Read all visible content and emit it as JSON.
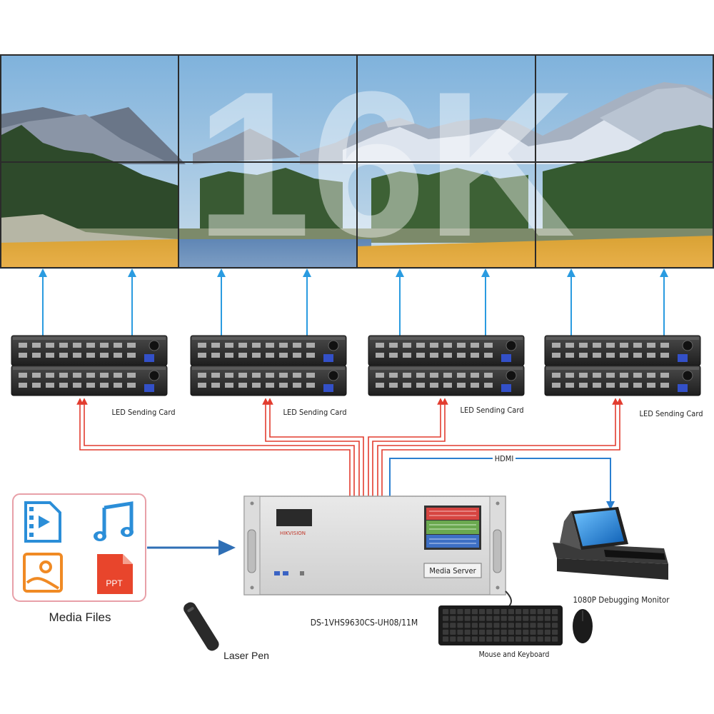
{
  "video_wall": {
    "watermark": "16K",
    "columns": 4,
    "rows": 2
  },
  "sending_cards": {
    "label": "LED Sending Card",
    "count": 4
  },
  "media_files": {
    "title": "Media Files",
    "icons": [
      "video-file-icon",
      "music-note-icon",
      "image-file-icon",
      "ppt-file-icon"
    ],
    "ppt_text": "PPT"
  },
  "media_server": {
    "badge": "Media Server",
    "model": "DS-1VHS9630CS-UH08/11M",
    "brand": "HIKVISION"
  },
  "links": {
    "hdmi": "HDMI"
  },
  "peripherals": {
    "monitor": "1080P Debugging Monitor",
    "keyboard": "Mouse and Keyboard",
    "laser_pen": "Laser Pen"
  },
  "colors": {
    "blue_link": "#2a9be0",
    "red_link": "#e23c2f",
    "hdmi_link": "#2a7fd0",
    "arrow_blue": "#2f6fb5",
    "icon_blue": "#2b8ed8",
    "icon_orange": "#f08a24",
    "ppt_red": "#e8452c"
  }
}
